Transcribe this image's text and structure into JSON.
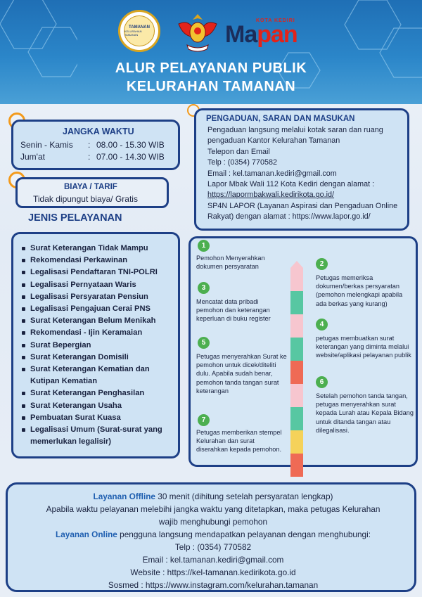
{
  "header": {
    "logo1_title": "TAMANAN",
    "logo1_sub": "KELURAHAN TAMANAN",
    "logo3_kota": "KOTA KEDIRI",
    "logo3_ma": "Ma",
    "logo3_pan": "pan",
    "title_line1": "ALUR PELAYANAN PUBLIK",
    "title_line2": "KELURAHAN TAMANAN"
  },
  "jangka_waktu": {
    "heading": "JANGKA WAKTU",
    "rows": [
      {
        "day": "Senin - Kamis",
        "sep": ":",
        "time": "08.00 - 15.30 WIB"
      },
      {
        "day": "Jum'at",
        "sep": ":",
        "time": "07.00 - 14.30 WIB"
      }
    ]
  },
  "biaya": {
    "heading": "BIAYA / TARIF",
    "text": "Tidak dipungut biaya/ Gratis"
  },
  "jenis": {
    "heading": "JENIS PELAYANAN",
    "items": [
      "Surat Keterangan Tidak Mampu",
      "Rekomendasi Perkawinan",
      "Legalisasi Pendaftaran TNI-POLRI",
      "Legalisasi Pernyataan Waris",
      "Legalisasi Persyaratan Pensiun",
      "Legalisasi Pengajuan Cerai PNS",
      "Surat Keterangan Belum Menikah",
      "Rekomendasi - Ijin Keramaian",
      "Surat Bepergian",
      "Surat Keterangan Domisili",
      "Surat Keterangan Kematian dan Kutipan Kematian",
      "Surat Keterangan Penghasilan",
      "Surat Keterangan Usaha",
      "Pembuatan Surat Kuasa",
      "Legalisasi Umum (Surat-surat yang memerlukan legalisir)"
    ]
  },
  "pengaduan": {
    "heading": "PENGADUAN, SARAN DAN MASUKAN",
    "l1": "Pengaduan langsung melalui kotak saran dan ruang",
    "l2": "pengaduan Kantor Kelurahan Tamanan",
    "l3": "Telepon dan Email",
    "l4": "Telp : (0354) 770582",
    "l5": "Email : kel.tamanan.kediri@gmail.com",
    "l6": "Lapor Mbak Wali 112 Kota Kediri dengan alamat :",
    "l7": "https://lapormbakwali.kedirikota.go.id/",
    "l8": "SP4N LAPOR (Layanan Aspirasi dan Pengaduan Online",
    "l9": "Rakyat) dengan alamat : https://www.lapor.go.id/"
  },
  "alur": {
    "steps": [
      {
        "n": "1",
        "text": "Pemohon Menyerahkan dokumen persyaratan"
      },
      {
        "n": "2",
        "text": "Petugas memeriksa dokumen/berkas persyaratan (pemohon melengkapi apabila ada berkas yang kurang)"
      },
      {
        "n": "3",
        "text": "Mencatat data pribadi pemohon dan keterangan keperluan di buku register"
      },
      {
        "n": "4",
        "text": "petugas membuatkan surat keterangan yang diminta melalui website/aplikasi pelayanan publik"
      },
      {
        "n": "5",
        "text": "Petugas  menyerahkan Surat ke pemohon untuk dicek/diteliti dulu. Apabila sudah benar, pemohon tanda tangan surat keterangan"
      },
      {
        "n": "6",
        "text": "Setelah pemohon tanda tangan, petugas menyerahkan surat kepada Lurah atau Kepala Bidang untuk ditanda tangan atau dilegalisasi."
      },
      {
        "n": "7",
        "text": "Petugas memberikan stempel Kelurahan dan surat diserahkan kepada pemohon."
      }
    ]
  },
  "bottom": {
    "offline_label": "Layanan Offline",
    "offline_text": " 30 menit (dihitung setelah persyaratan lengkap)",
    "l2": "Apabila waktu pelayanan melebihi jangka waktu yang ditetapkan, maka petugas Kelurahan",
    "l3": "wajib menghubungi pemohon",
    "online_label": "Layanan Online",
    "online_text": " pengguna langsung mendapatkan pelayanan dengan menghubungi:",
    "telp": "Telp : (0354) 770582",
    "email": "Email : kel.tamanan.kediri@gmail.com",
    "website": "Website : https://kel-tamanan.kedirikota.go.id",
    "sosmed": "Sosmed : https://www.instagram.com/kelurahan.tamanan"
  },
  "colors": {
    "navy": "#1d3f86",
    "orange": "#f39a1b",
    "green_badge": "#4caf50",
    "link_blue": "#1f5fb0"
  }
}
